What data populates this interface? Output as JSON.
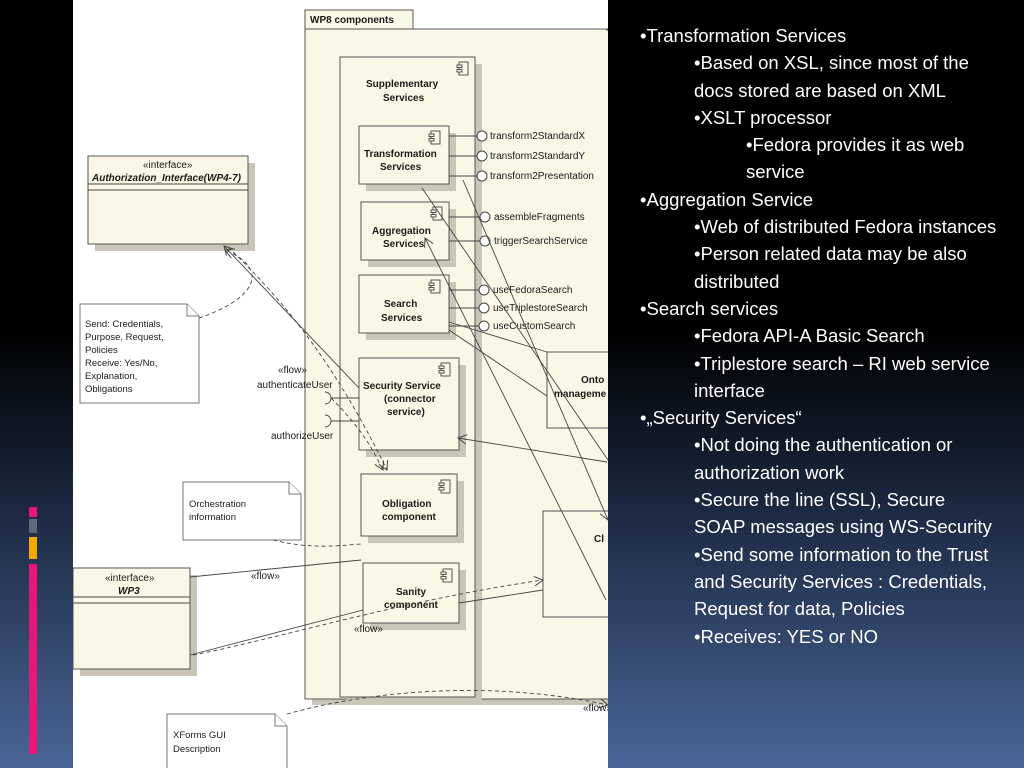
{
  "diagram": {
    "package_title": "WP8 components",
    "components": {
      "supplementary": "Supplementary\nServices",
      "transformation": "Transformation\nServices",
      "aggregation": "Aggregation\nServices",
      "search": "Search\nServices",
      "security": "Security Service\n(connector\nservice)",
      "obligation": "Obligation\ncomponent",
      "sanity": "Sanity\ncomponent",
      "onto": "Onto\nmanageme",
      "cli": "Cl"
    },
    "interfaces": {
      "transform2StandardX": "transform2StandardX",
      "transform2StandardY": "transform2StandardY",
      "transform2Presentation": "transform2Presentation",
      "assembleFragments": "assembleFragments",
      "triggerSearchService": "triggerSearchService",
      "useFedoraSearch": "useFedoraSearch",
      "useTriplestoreSearch": "useTriplestoreSearch",
      "useCustomSearch": "useCustomSearch",
      "authenticateUser": "authenticateUser",
      "authorizeUser": "authorizeUser"
    },
    "auth_interface": {
      "stereotype": "«interface»",
      "name": "Authorization_Interface(WP4-7)"
    },
    "wp3_interface": {
      "stereotype": "«interface»",
      "name": "WP3"
    },
    "flow_labels": [
      "«flow»",
      "«flow»",
      "«flow»",
      "«flow»"
    ],
    "notes": {
      "send": "Send: Credentials,\nPurpose, Request,\nPolicies\nReceive: Yes/No,\nExplanation,\nObligations",
      "orchestration": "Orchestration\ninformation",
      "xforms": "XForms GUI\nDescription"
    }
  },
  "bullets": [
    {
      "level": 0,
      "text": "•Transformation Services"
    },
    {
      "level": 1,
      "text": "•Based on XSL, since most of the docs stored are based on XML"
    },
    {
      "level": 1,
      "text": "•XSLT processor"
    },
    {
      "level": 2,
      "text": "•Fedora provides it as web service"
    },
    {
      "level": 0,
      "text": "•Aggregation Service"
    },
    {
      "level": 1,
      "text": "•Web of distributed Fedora instances"
    },
    {
      "level": 1,
      "text": "•Person related data may be also distributed"
    },
    {
      "level": 0,
      "text": "•Search services"
    },
    {
      "level": 1,
      "text": "•Fedora API-A Basic Search"
    },
    {
      "level": 1,
      "text": "•Triplestore search – RI web service interface"
    },
    {
      "level": 0,
      "text": "•„Security Services“"
    },
    {
      "level": 1,
      "text": "•Not doing the authentication or authorization work"
    },
    {
      "level": 1,
      "text": "•Secure the line (SSL), Secure SOAP messages using WS-Security"
    },
    {
      "level": 1,
      "text": "•Send some information to the Trust and Security Services : Credentials, Request for data, Policies"
    },
    {
      "level": 1,
      "text": "•Receives: YES or NO"
    }
  ],
  "colors": {
    "accent_pink": "#e8157a",
    "accent_gray": "#5b6b7c",
    "accent_orange": "#f5a800",
    "diagram_box_fill": "#fbf7e6"
  }
}
